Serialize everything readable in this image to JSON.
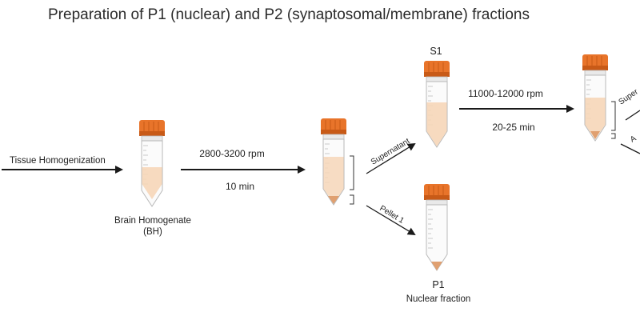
{
  "title": "Preparation of P1 (nuclear) and P2 (synaptosomal/membrane) fractions",
  "labels": {
    "tissue_homogenization": "Tissue Homogenization",
    "brain_homogenate": "Brain Homogenate",
    "bh": "(BH)",
    "spin1_speed": "2800-3200 rpm",
    "spin1_time": "10 min",
    "supernatant": "Supernatant",
    "pellet1": "Pellet 1",
    "s1": "S1",
    "p1": "P1",
    "nuclear_fraction": "Nuclear fraction",
    "spin2_speed": "11000-12000 rpm",
    "spin2_time": "20-25 min",
    "cut_supernatant": "Super",
    "cut_right": "A"
  },
  "colors": {
    "cap": "#e8742a",
    "cap_dark": "#c85a17",
    "liquid": "#f6d6b8",
    "pellet": "#e0a070",
    "arrow": "#1a1a1a"
  },
  "icons": [
    "centrifuge-tube-icon"
  ]
}
